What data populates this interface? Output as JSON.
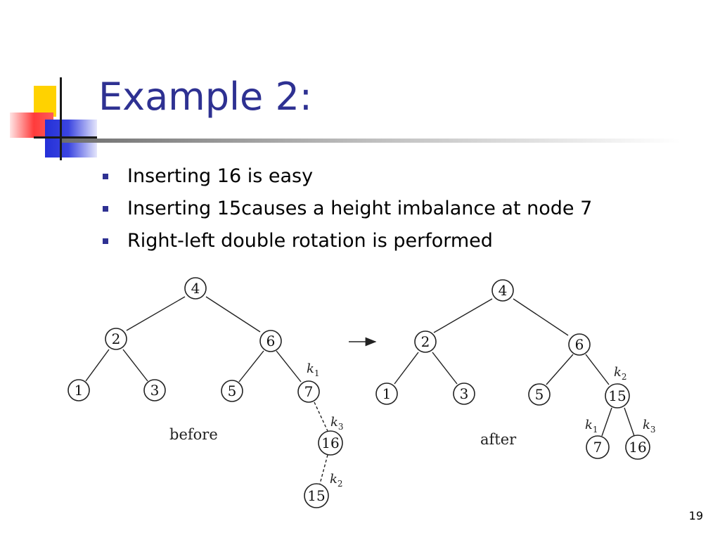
{
  "slide": {
    "title": "Example 2:",
    "page_number": "19",
    "bullets": [
      "Inserting 16 is easy",
      "Inserting 15causes a height imbalance at node 7",
      "Right-left double rotation is performed"
    ]
  },
  "diagram": {
    "arrow": "→",
    "before": {
      "caption": "before",
      "nodes": [
        {
          "id": "b4",
          "label": "4"
        },
        {
          "id": "b2",
          "label": "2"
        },
        {
          "id": "b6",
          "label": "6"
        },
        {
          "id": "b1",
          "label": "1"
        },
        {
          "id": "b3",
          "label": "3"
        },
        {
          "id": "b5",
          "label": "5"
        },
        {
          "id": "b7",
          "label": "7"
        },
        {
          "id": "b16",
          "label": "16"
        },
        {
          "id": "b15",
          "label": "15"
        }
      ],
      "k_labels": [
        {
          "node": "b7",
          "name": "k",
          "sub": "1"
        },
        {
          "node": "b16",
          "name": "k",
          "sub": "3"
        },
        {
          "node": "b15",
          "name": "k",
          "sub": "2"
        }
      ]
    },
    "after": {
      "caption": "after",
      "nodes": [
        {
          "id": "a4",
          "label": "4"
        },
        {
          "id": "a2",
          "label": "2"
        },
        {
          "id": "a6",
          "label": "6"
        },
        {
          "id": "a1",
          "label": "1"
        },
        {
          "id": "a3",
          "label": "3"
        },
        {
          "id": "a5",
          "label": "5"
        },
        {
          "id": "a15",
          "label": "15"
        },
        {
          "id": "a7",
          "label": "7"
        },
        {
          "id": "a16",
          "label": "16"
        }
      ],
      "k_labels": [
        {
          "node": "a15",
          "name": "k",
          "sub": "2"
        },
        {
          "node": "a7",
          "name": "k",
          "sub": "1"
        },
        {
          "node": "a16",
          "name": "k",
          "sub": "3"
        }
      ]
    }
  }
}
